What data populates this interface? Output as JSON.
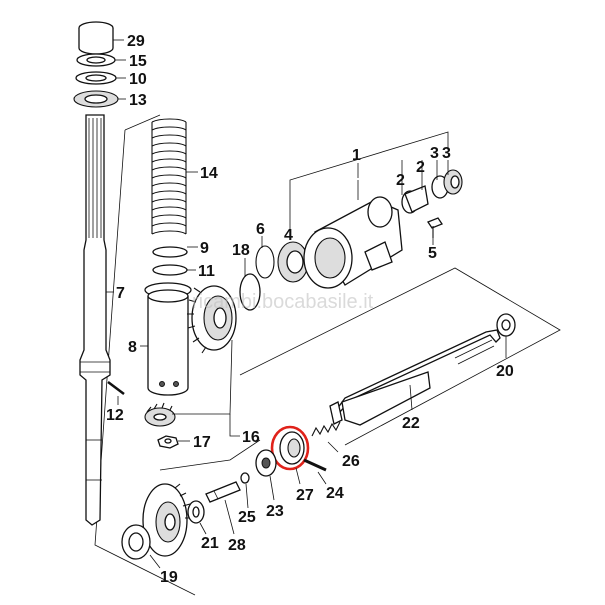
{
  "watermark": "ricambi.bocabasile.it",
  "highlight_color": "#e0221a",
  "labels": {
    "p1": "1",
    "p2a": "2",
    "p2b": "2",
    "p3a": "3",
    "p3b": "3",
    "p4": "4",
    "p5": "5",
    "p6": "6",
    "p7": "7",
    "p8": "8",
    "p9": "9",
    "p10": "10",
    "p11": "11",
    "p12": "12",
    "p13": "13",
    "p14": "14",
    "p15": "15",
    "p16": "16",
    "p17": "17",
    "p18": "18",
    "p19": "19",
    "p20": "20",
    "p21": "21",
    "p22": "22",
    "p23": "23",
    "p24": "24",
    "p25": "25",
    "p26": "26",
    "p27": "27",
    "p28": "28",
    "p29": "29"
  }
}
